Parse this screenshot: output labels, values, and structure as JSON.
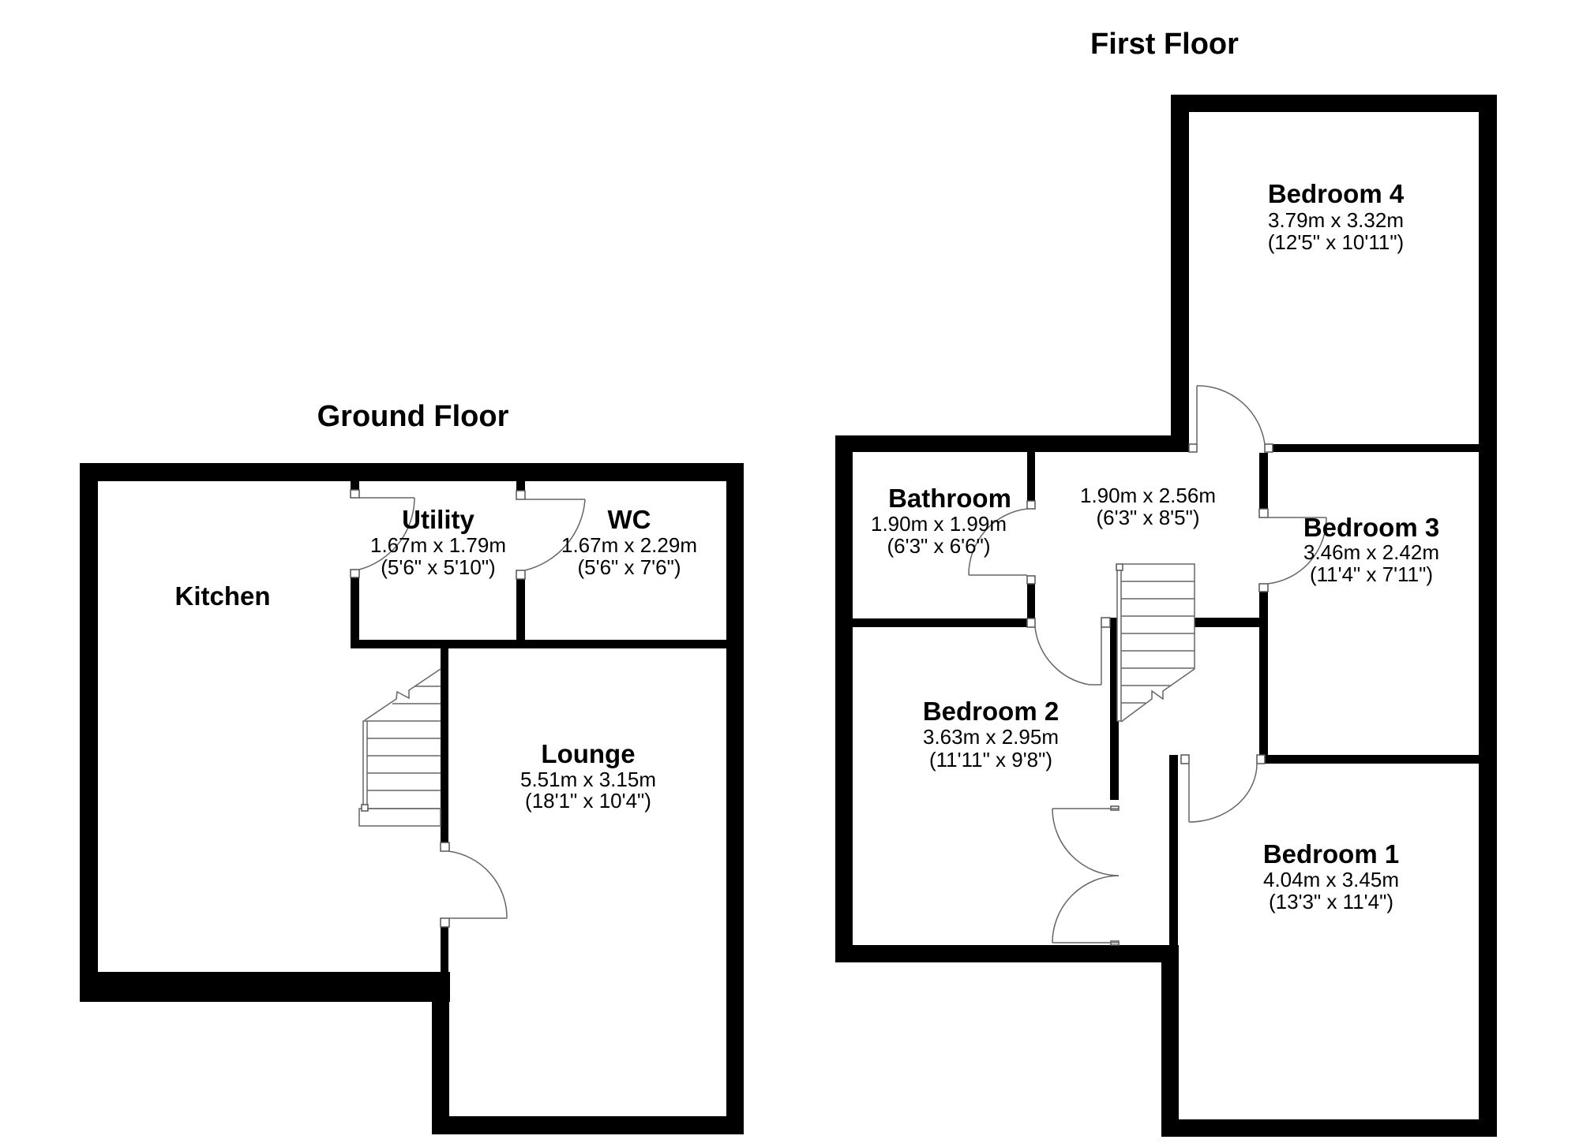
{
  "floors": {
    "ground": {
      "title": "Ground Floor",
      "rooms": {
        "kitchen": {
          "name": "Kitchen"
        },
        "utility": {
          "name": "Utility",
          "metric": "1.67m x 1.79m",
          "imperial": "(5'6\" x 5'10\")"
        },
        "wc": {
          "name": "WC",
          "metric": "1.67m x 2.29m",
          "imperial": "(5'6\" x 7'6\")"
        },
        "lounge": {
          "name": "Lounge",
          "metric": "5.51m x 3.15m",
          "imperial": "(18'1\" x 10'4\")"
        }
      }
    },
    "first": {
      "title": "First Floor",
      "rooms": {
        "bedroom4": {
          "name": "Bedroom 4",
          "metric": "3.79m x 3.32m",
          "imperial": "(12'5\" x 10'11\")"
        },
        "bathroom": {
          "name": "Bathroom",
          "metric": "1.90m x 1.99m",
          "imperial": "(6'3\" x 6'6\")"
        },
        "landing": {
          "metric": "1.90m x 2.56m",
          "imperial": "(6'3\" x 8'5\")"
        },
        "bedroom3": {
          "name": "Bedroom 3",
          "metric": "3.46m x 2.42m",
          "imperial": "(11'4\" x 7'11\")"
        },
        "bedroom2": {
          "name": "Bedroom 2",
          "metric": "3.63m x 2.95m",
          "imperial": "(11'11\" x 9'8\")"
        },
        "bedroom1": {
          "name": "Bedroom 1",
          "metric": "4.04m x 3.45m",
          "imperial": "(13'3\" x 11'4\")"
        }
      }
    }
  },
  "colors": {
    "wall": "#000000",
    "background": "#ffffff",
    "fixture_line": "#666666"
  }
}
